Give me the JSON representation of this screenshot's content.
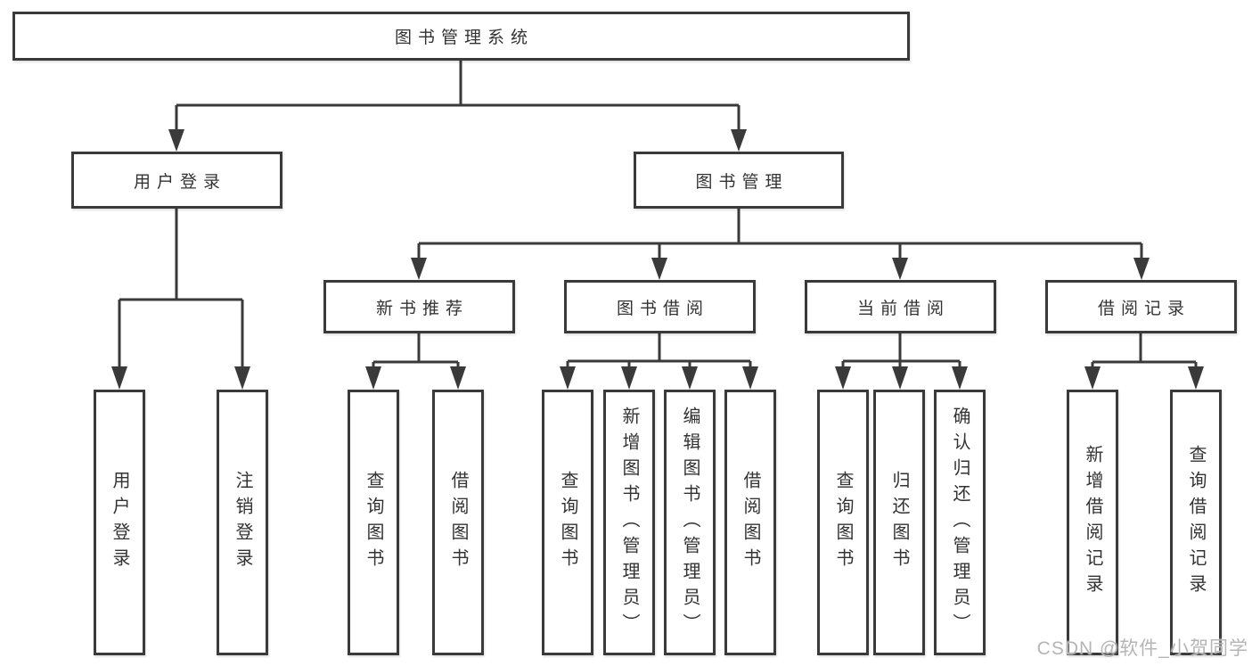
{
  "colors": {
    "line": "#3a3a3a",
    "text": "#333333",
    "watermark_text_color": "#b5b5b5"
  },
  "tree": {
    "root": {
      "label": "图书管理系统"
    },
    "branches": [
      {
        "label": "用户登录",
        "children": [
          {
            "label": "用户登录"
          },
          {
            "label": "注销登录"
          }
        ]
      },
      {
        "label": "图书管理",
        "groups": [
          {
            "label": "新书推荐",
            "children": [
              {
                "label": "查询图书"
              },
              {
                "label": "借阅图书"
              }
            ]
          },
          {
            "label": "图书借阅",
            "children": [
              {
                "label": "查询图书"
              },
              {
                "label": "新增图书（管理员）"
              },
              {
                "label": "编辑图书（管理员）"
              },
              {
                "label": "借阅图书"
              }
            ]
          },
          {
            "label": "当前借阅",
            "children": [
              {
                "label": "查询图书"
              },
              {
                "label": "归还图书"
              },
              {
                "label": "确认归还（管理员）"
              }
            ]
          },
          {
            "label": "借阅记录",
            "children": [
              {
                "label": "新增借阅记录"
              },
              {
                "label": "查询借阅记录"
              }
            ]
          }
        ]
      }
    ]
  },
  "watermark": "CSDN @软件_小贺同学"
}
